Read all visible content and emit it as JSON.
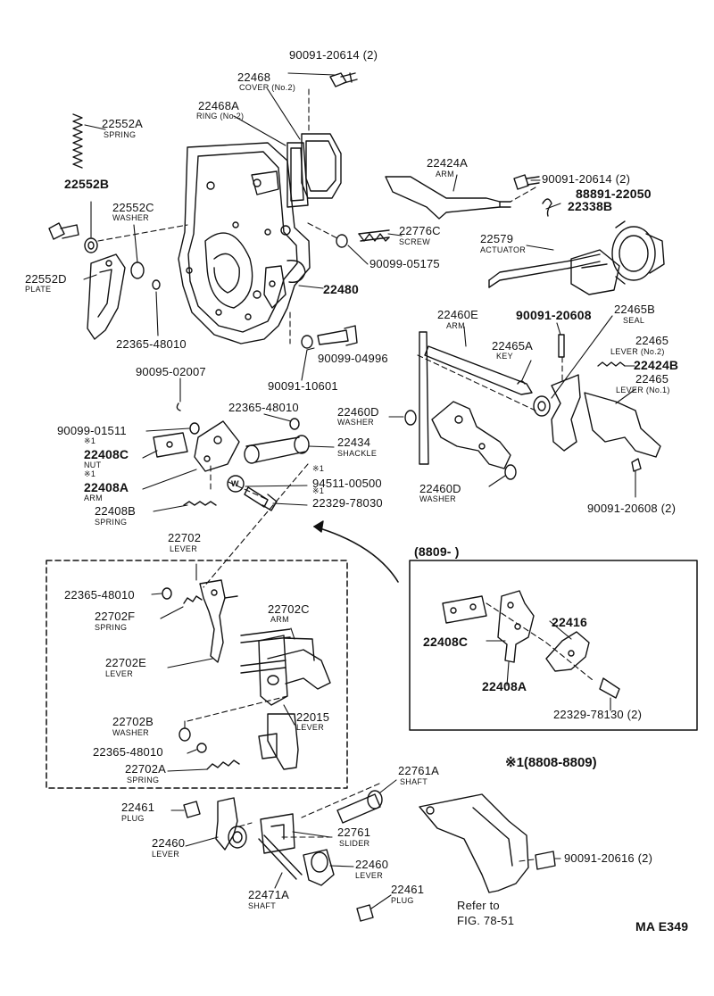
{
  "diagram_code": "MA E349",
  "inset_title": "(8809-     )",
  "note_title": "※1(8808-8809)",
  "refer": {
    "line1": "Refer to",
    "line2": "FIG. 78-51"
  },
  "labels": {
    "p90091_20614_top": "90091-20614 (2)",
    "p22468": "22468",
    "p22468_sub": "COVER (No.2)",
    "p22468A": "22468A",
    "p22468A_sub": "RING (No.2)",
    "p22552A": "22552A",
    "p22552A_sub": "SPRING",
    "p22552B": "22552B",
    "p22552C": "22552C",
    "p22552C_sub": "WASHER",
    "p22552D": "22552D",
    "p22552D_sub": "PLATE",
    "p22365_48010_a": "22365-48010",
    "p22776C": "22776C",
    "p22776C_sub": "SCREW",
    "p90099_05175": "90099-05175",
    "p22480": "22480",
    "p90099_04996": "90099-04996",
    "p90091_10601": "90091-10601",
    "p22424A": "22424A",
    "p22424A_sub": "ARM",
    "p90091_20614_r": "90091-20614 (2)",
    "p88891_22050": "88891-22050",
    "p22338B": "22338B",
    "p22579": "22579",
    "p22579_sub": "ACTUATOR",
    "p22460E": "22460E",
    "p22460E_sub": "ARM",
    "p90091_20608": "90091-20608",
    "p22465B": "22465B",
    "p22465B_sub": "SEAL",
    "p22465A": "22465A",
    "p22465A_sub": "KEY",
    "p22465_2": "22465",
    "p22465_2_sub": "LEVER (No.2)",
    "p22424B": "22424B",
    "p22465_1": "22465",
    "p22465_1_sub": "LEVER (No.1)",
    "p22460D_a": "22460D",
    "p22460D_a_sub": "WASHER",
    "p22460D_b": "22460D",
    "p22460D_b_sub": "WASHER",
    "p90091_20608_2": "90091-20608 (2)",
    "p90095_02007": "90095-02007",
    "p22365_48010_b": "22365-48010",
    "p90099_01511": "90099-01511",
    "p22408C_mark": "※1",
    "p22408C": "22408C",
    "p22408C_sub": "NUT",
    "p22408A_mark": "※1",
    "p22408A": "22408A",
    "p22408A_sub": "ARM",
    "p22408B": "22408B",
    "p22408B_sub": "SPRING",
    "p22434": "22434",
    "p22434_sub": "SHACKLE",
    "p94511_mark": "※1",
    "p94511_00500": "94511-00500",
    "p22329_mark": "※1",
    "p22329_78030": "22329-78030",
    "p22702": "22702",
    "p22702_sub": "LEVER",
    "p22365_48010_c": "22365-48010",
    "p22702F": "22702F",
    "p22702F_sub": "SPRING",
    "p22702C": "22702C",
    "p22702C_sub": "ARM",
    "p22702E": "22702E",
    "p22702E_sub": "LEVER",
    "p22702B": "22702B",
    "p22702B_sub": "WASHER",
    "p22015": "22015",
    "p22015_sub": "LEVER",
    "p22365_48010_d": "22365-48010",
    "p22702A": "22702A",
    "p22702A_sub": "SPRING",
    "p22408C_in": "22408C",
    "p22416": "22416",
    "p22408A_in": "22408A",
    "p22329_78130": "22329-78130 (2)",
    "p22761A": "22761A",
    "p22761A_sub": "SHAFT",
    "p22461_a": "22461",
    "p22461_a_sub": "PLUG",
    "p22460_a": "22460",
    "p22460_a_sub": "LEVER",
    "p22761": "22761",
    "p22761_sub": "SLIDER",
    "p22460_b": "22460",
    "p22460_b_sub": "LEVER",
    "p22471A": "22471A",
    "p22471A_sub": "SHAFT",
    "p22461_b": "22461",
    "p22461_b_sub": "PLUG",
    "p90091_20616": "90091-20616 (2)",
    "w_mark": "W"
  }
}
